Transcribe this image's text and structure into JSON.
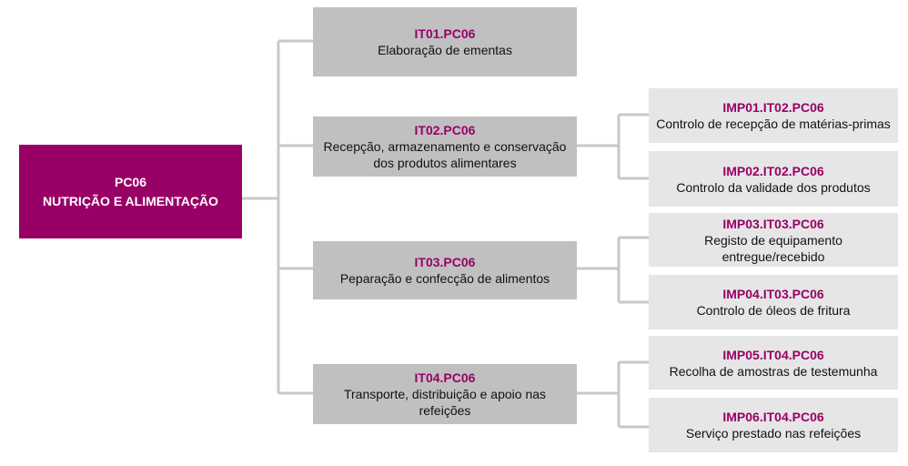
{
  "colors": {
    "root_fill": "#990066",
    "root_text": "#ffffff",
    "code_text": "#990066",
    "it_fill": "#c0c0c0",
    "imp_fill": "#e6e6e6",
    "connector": "#c8c8c8"
  },
  "root": {
    "code": "PC06",
    "title": "NUTRIÇÃO E ALIMENTAÇÃO"
  },
  "instructions": [
    {
      "code": "IT01.PC06",
      "title": "Elaboração de ementas",
      "records": []
    },
    {
      "code": "IT02.PC06",
      "title": "Recepção, armazenamento e conservação dos produtos alimentares",
      "records": [
        {
          "code": "IMP01.IT02.PC06",
          "title": "Controlo de recepção de matérias-primas"
        },
        {
          "code": "IMP02.IT02.PC06",
          "title": "Controlo da validade dos produtos"
        }
      ]
    },
    {
      "code": "IT03.PC06",
      "title": "Peparação e confecção de alimentos",
      "records": [
        {
          "code": "IMP03.IT03.PC06",
          "title": "Registo de equipamento entregue/recebido"
        },
        {
          "code": "IMP04.IT03.PC06",
          "title": "Controlo de óleos de fritura"
        }
      ]
    },
    {
      "code": "IT04.PC06",
      "title": "Transporte, distribuição e apoio nas refeições",
      "records": [
        {
          "code": "IMP05.IT04.PC06",
          "title": "Recolha de amostras de testemunha"
        },
        {
          "code": "IMP06.IT04.PC06",
          "title": "Serviço prestado nas refeições"
        }
      ]
    }
  ]
}
